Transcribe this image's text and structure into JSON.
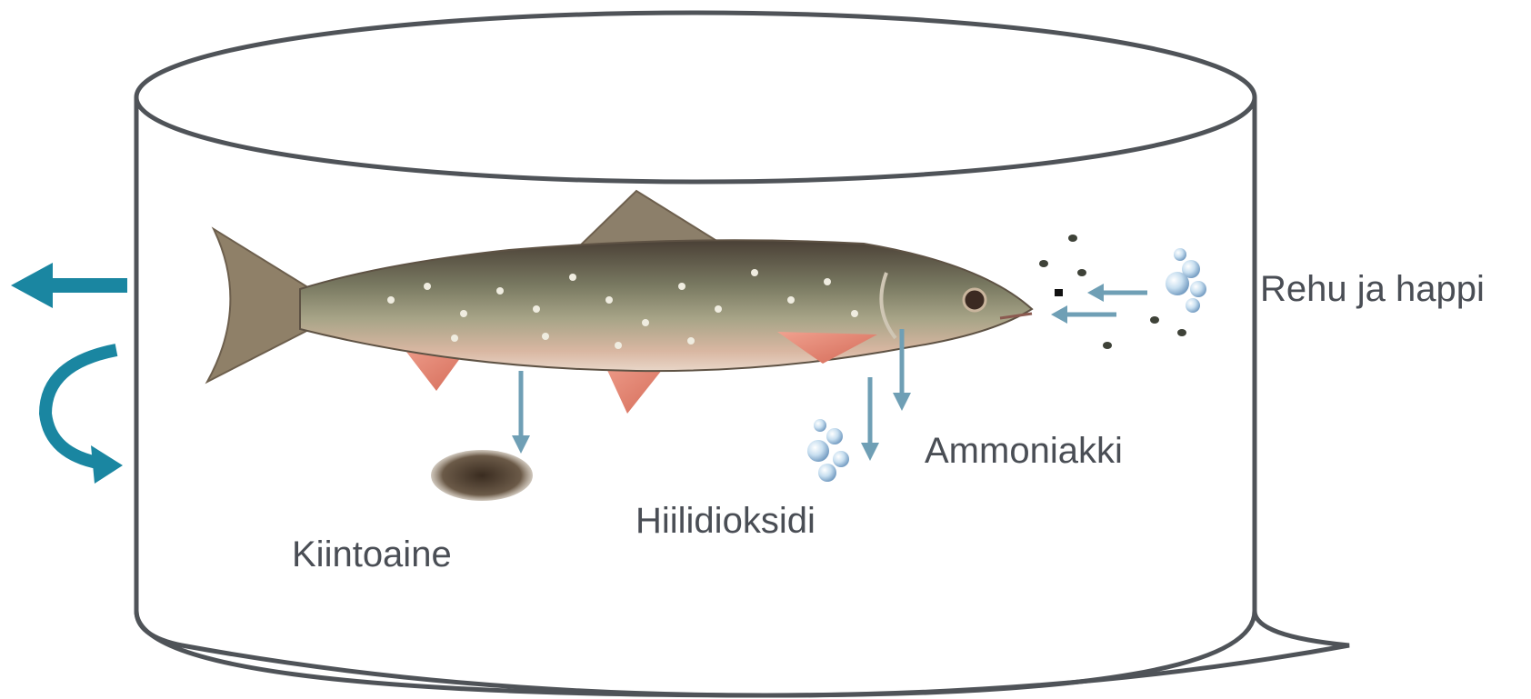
{
  "labels": {
    "feed_oxygen": "Rehu ja happi",
    "ammonia": "Ammoniakki",
    "carbon_dioxide": "Hiilidioksidi",
    "solids": "Kiintoaine"
  },
  "colors": {
    "tank_outline": "#4f5358",
    "arrow_small": "#6f9fb5",
    "arrow_flow": "#1a86a1",
    "label_text": "#4a4e55"
  },
  "icons": [
    "fish-illustration",
    "bubbles-icon",
    "feed-pellets-icon",
    "sediment-pile-icon",
    "outflow-arrow-icon",
    "recirculation-arrow-icon"
  ]
}
